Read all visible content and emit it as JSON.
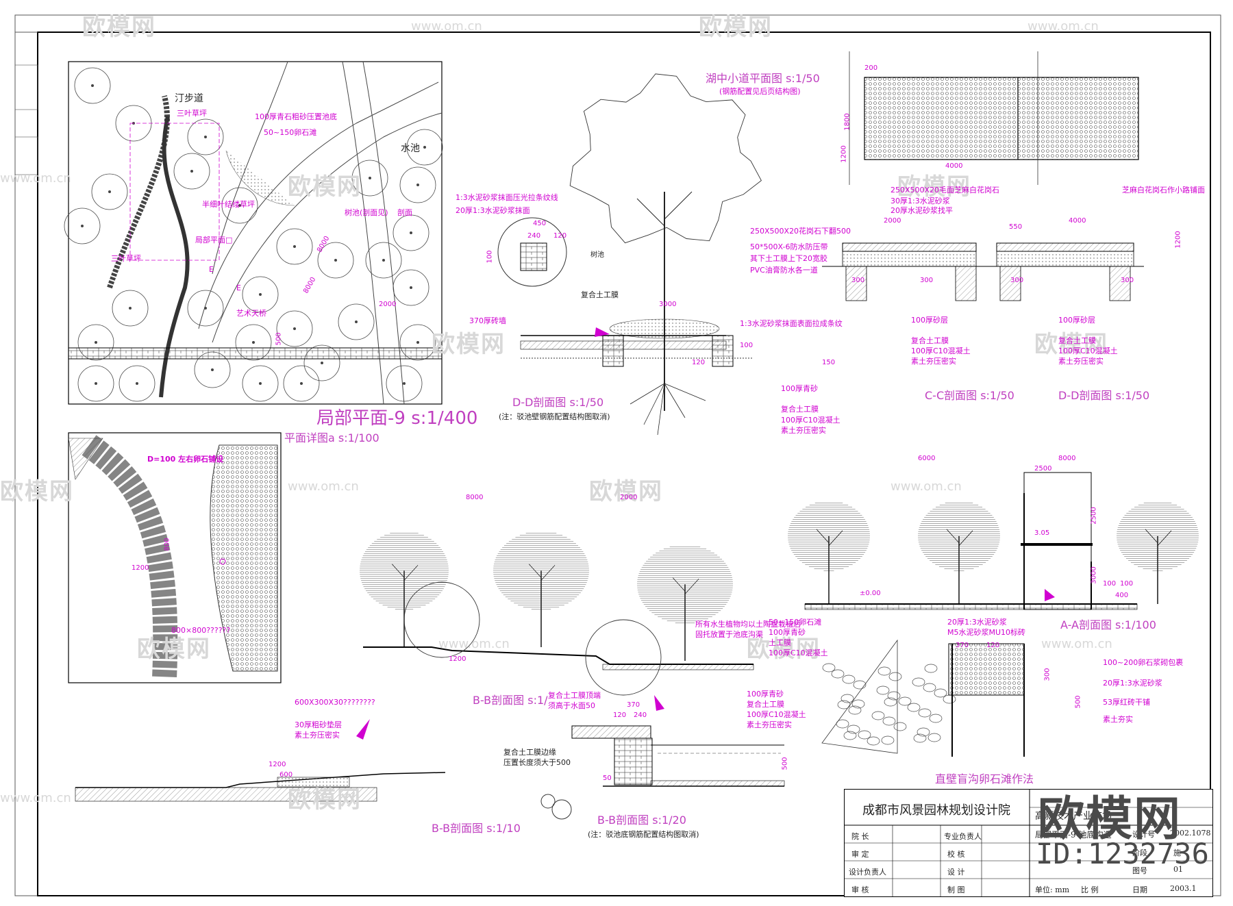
{
  "sheet": {
    "watermark_text": "欧模网",
    "watermark_url": "www.om.cn",
    "brand": "欧模网",
    "brand_id": "ID:1232736"
  },
  "plan9": {
    "title": "局部平面-9  s:1/400",
    "labels": {
      "tingbu": "汀步道",
      "sanye": "三叶草坪",
      "cobble_band": "100厚青石粗砂压置池底",
      "pebble": "50~150卵石滩",
      "water": "水池",
      "banxi": "半细叶结缕草坪",
      "tree_pool": "树池(剖面见)",
      "section": "剖面",
      "local_plan": "局部平面□",
      "sanye2": "三叶草坪",
      "e1": "E",
      "e2": "E",
      "art_bridge": "艺术天桥",
      "d1": "8000",
      "d2": "8000",
      "d3": "2000",
      "d4": "500"
    }
  },
  "detail_plan": {
    "title": "平面详图a  s:1/100",
    "labels": {
      "d100": "D=100  左右卵石铺设",
      "d1200": "1200",
      "d800": "800",
      "d800b": "800×800??????",
      "d600": "600X300X30????????",
      "sand": "30厚粗砂垫层",
      "soil": "素土夯压密实"
    }
  },
  "section_dd": {
    "title": "D-D剖面图  s:1/50",
    "note": "(注：驳池壁钢筋配置结构图取消)",
    "labels": {
      "l1": "1:3水泥砂浆抹面压光拉条纹线",
      "l2": "20厚1:3水泥砂浆抹面",
      "d450": "450",
      "d240": "240",
      "d120": "120",
      "d100": "100",
      "shuzhi": "树池",
      "fuhe": "复合土工膜",
      "d3000": "3000",
      "l3": "1:3水泥砂浆抹面表面拉成条纹",
      "l4": "370厚砖墙",
      "d100b": "100",
      "d120b": "120",
      "d150": "150",
      "qingsha": "100厚青砂",
      "fuhe2": "复合土工膜",
      "c10": "100厚C10混凝土",
      "sutu": "素土夯压密实"
    }
  },
  "path_plan": {
    "title": "湖中小道平面图  s:1/50",
    "note": "(钢筋配置见后页结构图)",
    "labels": {
      "d200": "200",
      "d1800": "1800",
      "d1200": "1200",
      "d4000": "4000"
    }
  },
  "section_cc": {
    "title": "C-C剖面图  s:1/50",
    "labels": {
      "l1": "250X500X20毛面芝麻白花岗石",
      "l2": "30厚1:3水泥砂浆",
      "l3": "20厚水泥砂浆找平",
      "d2000": "2000",
      "l4": "250X500X20花岗石下翻500",
      "l5": "50*500X-6防水防压带",
      "l6": "其下土工膜上下20宽胶",
      "l7": "PVC油膏防水各一道",
      "d300a": "300",
      "d300b": "300",
      "sand": "100厚砂层",
      "fuhe": "复合土工膜",
      "c10": "100厚C10混凝土",
      "soil": "素土夯压密实"
    }
  },
  "section_dd2": {
    "title": "D-D剖面图  s:1/50",
    "labels": {
      "top": "芝麻白花岗石作小路铺面",
      "d1200": "1200",
      "d4000": "4000",
      "d550": "550",
      "d300a": "300",
      "d300b": "300",
      "sand": "100厚砂层",
      "fuhe": "复合土工膜",
      "c10": "100厚C10混凝土",
      "soil": "素土夯压密实"
    }
  },
  "section_aa": {
    "title": "A-A剖面图  s:1/100",
    "labels": {
      "d6000": "6000",
      "d8000": "8000",
      "d2500": "2500",
      "d305": "3.05",
      "d2500v": "2500",
      "d3000v": "3000",
      "zero": "±0.00",
      "d100a": "100",
      "d100b": "100",
      "d400": "400"
    }
  },
  "section_bb": {
    "title": "B-B剖面图  s:1/",
    "labels": {
      "d8000": "8000",
      "d2000": "2000",
      "d1200": "1200",
      "plants": "所有水生植物均以土陶盆栽植后",
      "plants2": "固托放置于池底沟渠"
    }
  },
  "section_bb20": {
    "title": "B-B剖面图  s:1/20",
    "note": "(注：驳池底钢筋配置结构图取消)",
    "labels": {
      "l1": "复合土工膜顶端",
      "l2": "须高于水面50",
      "d370": "370",
      "d120": "120",
      "d240": "240",
      "l3": "复合土工膜边缘",
      "l4": "压置长度须大于500",
      "qingsha": "100厚青砂",
      "fuhe": "复合土工膜",
      "c10": "100厚C10混凝土",
      "soil": "素土夯压密实",
      "d50": "50",
      "d500": "500"
    }
  },
  "section_bb10": {
    "title": "B-B剖面图  s:1/10",
    "labels": {
      "d1200": "1200",
      "d600": "600"
    }
  },
  "mid_notes": {
    "l1": "50~150卵石滩",
    "l2": "100厚青砂",
    "l3": "土工膜",
    "l4": "100厚C10混凝土"
  },
  "ditch": {
    "title": "直壁盲沟卵石滩作法",
    "labels": {
      "l1": "20厚1:3水泥砂浆",
      "l2": "M5水泥砂浆MU10标砖",
      "d370": "370",
      "d120": "120",
      "d300": "300",
      "d500": "500",
      "r1": "100~200卵石浆砌包裹",
      "r2": "20厚1:3水泥砂浆",
      "r3": "53厚红砖干铺",
      "r4": "素土夯实"
    }
  },
  "title_block": {
    "institute": "成都市风景园林规划设计院",
    "project": "高新技术产业广场",
    "drawing": "局部平面-9  池底构造",
    "rows": [
      "院  长",
      "审  定",
      "设计负责人",
      "审  核"
    ],
    "col2": [
      "专业负责人",
      "校  核",
      "设  计",
      "制  图"
    ],
    "meta": [
      "设计号",
      "2002.1078",
      "阶段",
      "施",
      "图号",
      "01",
      "日期",
      "2003.1"
    ],
    "units": "单位: mm",
    "scale": "比 例"
  }
}
